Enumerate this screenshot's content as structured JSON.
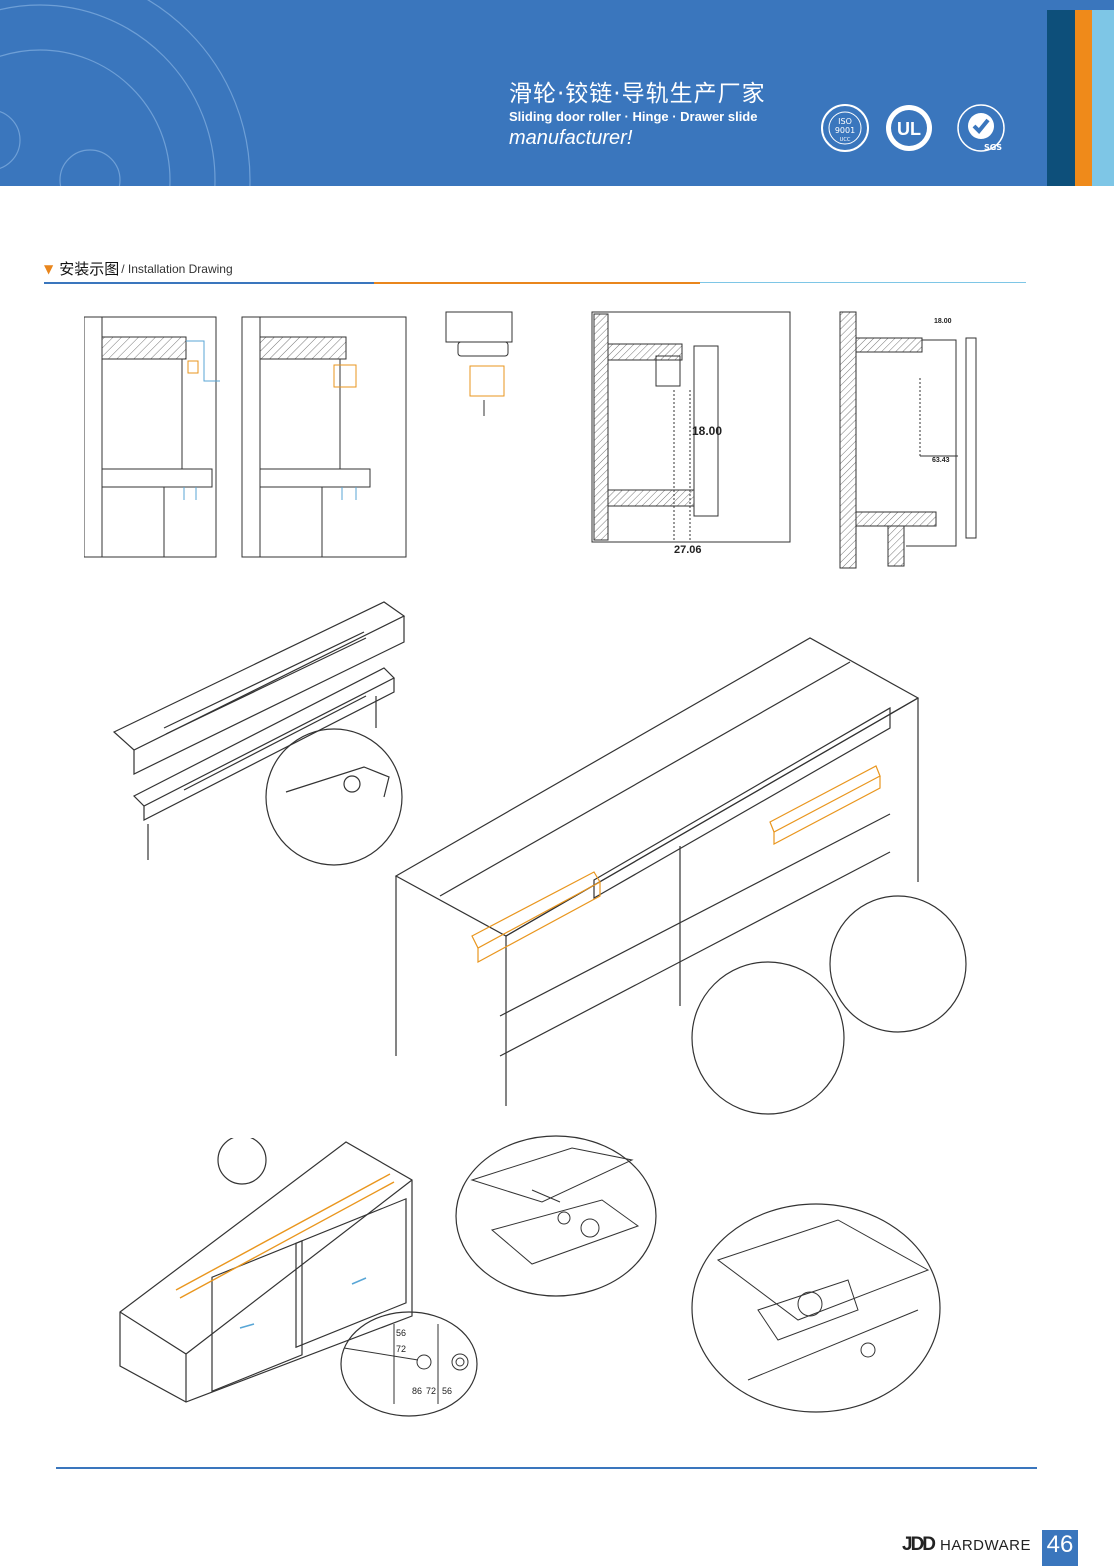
{
  "header": {
    "title_cn": "滑轮·铰链·导轨生产厂家",
    "title_en": "Sliding door roller · Hinge · Drawer slide",
    "title_manufacturer": "manufacturer!",
    "cert_badges": [
      {
        "name": "iso-9001-badge",
        "text_top": "ISO",
        "text_mid": "9001",
        "text_bot": "UCC"
      },
      {
        "name": "ul-badge",
        "text": "UL"
      },
      {
        "name": "sgs-badge",
        "text": "SGS"
      }
    ],
    "colors": {
      "band": "#3a76bd",
      "stripe_dark": "#0d4f7a",
      "stripe_orange": "#ef8a1a",
      "stripe_light": "#7ec6e6"
    }
  },
  "section": {
    "title_cn": "安装示图",
    "title_en": "/ Installation Drawing",
    "accent": "#e9861c"
  },
  "figures": {
    "dim_a": "18.00",
    "dim_b": "27.06",
    "dim_c": "18.00",
    "dim_d": "63.43",
    "scale_labels": [
      "56",
      "72",
      "86",
      "72",
      "56"
    ]
  },
  "footer": {
    "brand_logo": "JDD",
    "brand_text": "HARDWARE",
    "page_number": "46"
  }
}
